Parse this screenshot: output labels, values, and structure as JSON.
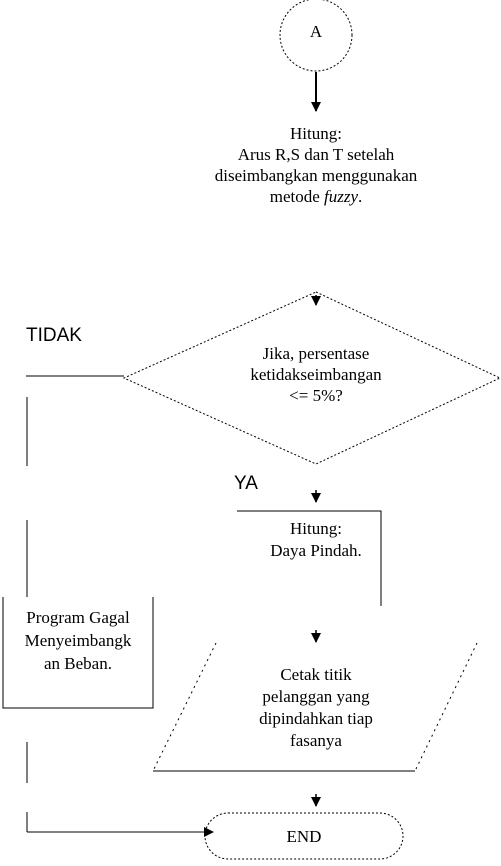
{
  "connector_start": {
    "label": "A"
  },
  "process_hitung_arus": {
    "line1": "Hitung:",
    "line2": "Arus R,S dan T setelah",
    "line3": "diseimbangkan menggunakan",
    "line4_prefix": "metode ",
    "line4_italic": "fuzzy",
    "line4_suffix": "."
  },
  "decision": {
    "line1": "Jika, persentase",
    "line2": "ketidakseimbangan",
    "line3": "<= 5%?"
  },
  "branch_no": {
    "label": "TIDAK"
  },
  "branch_yes": {
    "label": "YA"
  },
  "process_daya_pindah": {
    "line1": "Hitung:",
    "line2": "Daya Pindah."
  },
  "process_gagal": {
    "line1": "Program Gagal",
    "line2": "Menyeimbangk",
    "line3": "an Beban."
  },
  "output_cetak": {
    "line1": "Cetak titik",
    "line2": "pelanggan yang",
    "line3": "dipindahkan tiap",
    "line4": "fasanya"
  },
  "terminator_end": {
    "label": "END"
  },
  "colors": {
    "line": "#000000",
    "background": "#ffffff"
  }
}
